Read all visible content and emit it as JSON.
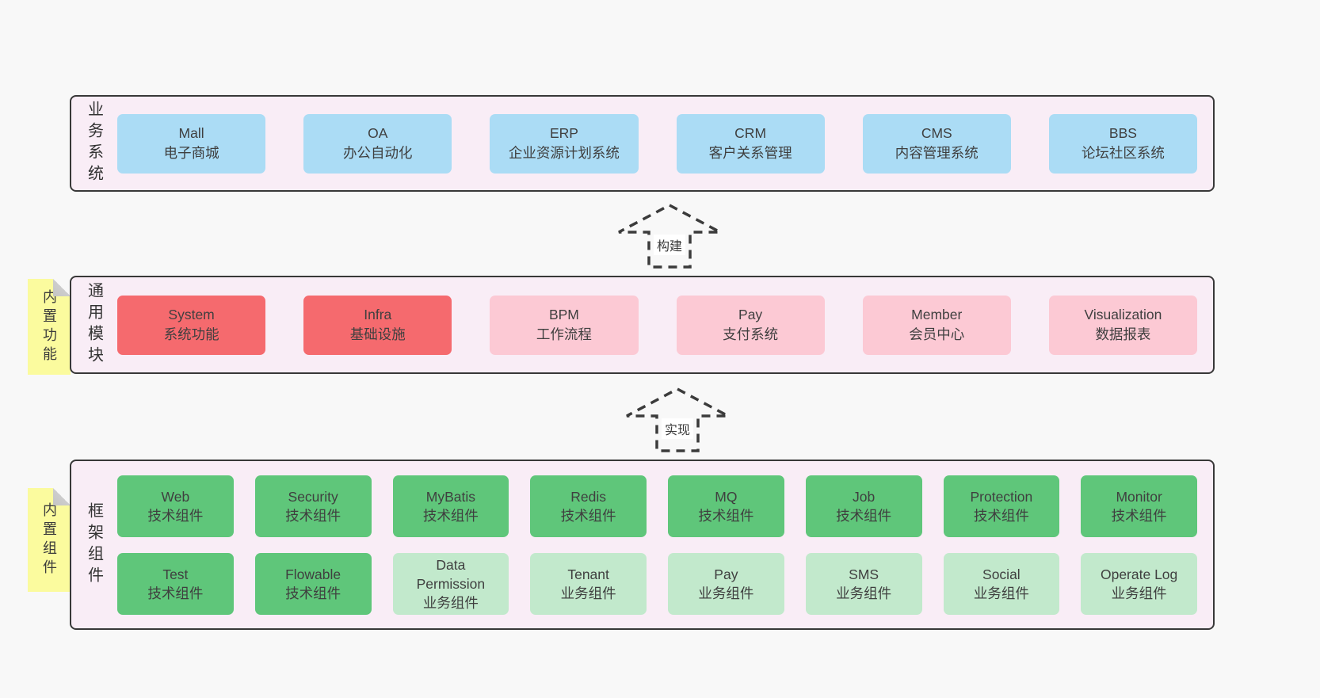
{
  "colors": {
    "page_bg": "#f8f8f8",
    "band_bg": "#f9edf6",
    "band_border": "#383838",
    "blue_box": "#abdcf5",
    "red_box": "#f56a6e",
    "pink_box": "#fcc9d4",
    "green_box": "#5fc67a",
    "light_green_box": "#c2e9cc",
    "sticky_yellow": "#fbfb9e",
    "sticky_fold_gray": "#cdcdcd",
    "text": "#3f3f3f"
  },
  "arrows": {
    "build": "构建",
    "implement": "实现"
  },
  "bands": {
    "business": {
      "label": "业务系统",
      "boxes": [
        {
          "en": "Mall",
          "zh": "电子商城",
          "variant": "blue"
        },
        {
          "en": "OA",
          "zh": "办公自动化",
          "variant": "blue"
        },
        {
          "en": "ERP",
          "zh": "企业资源计划系统",
          "variant": "blue"
        },
        {
          "en": "CRM",
          "zh": "客户关系管理",
          "variant": "blue"
        },
        {
          "en": "CMS",
          "zh": "内容管理系统",
          "variant": "blue"
        },
        {
          "en": "BBS",
          "zh": "论坛社区系统",
          "variant": "blue"
        }
      ]
    },
    "common": {
      "label": "通用模块",
      "sticky": "内置功能",
      "boxes": [
        {
          "en": "System",
          "zh": "系统功能",
          "variant": "red"
        },
        {
          "en": "Infra",
          "zh": "基础设施",
          "variant": "red"
        },
        {
          "en": "BPM",
          "zh": "工作流程",
          "variant": "pink"
        },
        {
          "en": "Pay",
          "zh": "支付系统",
          "variant": "pink"
        },
        {
          "en": "Member",
          "zh": "会员中心",
          "variant": "pink"
        },
        {
          "en": "Visualization",
          "zh": "数据报表",
          "variant": "pink"
        }
      ]
    },
    "framework": {
      "label": "框架组件",
      "sticky": "内置组件",
      "row1": [
        {
          "en": "Web",
          "zh": "技术组件",
          "variant": "green"
        },
        {
          "en": "Security",
          "zh": "技术组件",
          "variant": "green"
        },
        {
          "en": "MyBatis",
          "zh": "技术组件",
          "variant": "green"
        },
        {
          "en": "Redis",
          "zh": "技术组件",
          "variant": "green"
        },
        {
          "en": "MQ",
          "zh": "技术组件",
          "variant": "green"
        },
        {
          "en": "Job",
          "zh": "技术组件",
          "variant": "green"
        },
        {
          "en": "Protection",
          "zh": "技术组件",
          "variant": "green"
        },
        {
          "en": "Monitor",
          "zh": "技术组件",
          "variant": "green"
        }
      ],
      "row2": [
        {
          "en": "Test",
          "zh": "技术组件",
          "variant": "green"
        },
        {
          "en": "Flowable",
          "zh": "技术组件",
          "variant": "green"
        },
        {
          "en": "Data Permission",
          "zh": "业务组件",
          "variant": "lightgreen"
        },
        {
          "en": "Tenant",
          "zh": "业务组件",
          "variant": "lightgreen"
        },
        {
          "en": "Pay",
          "zh": "业务组件",
          "variant": "lightgreen"
        },
        {
          "en": "SMS",
          "zh": "业务组件",
          "variant": "lightgreen"
        },
        {
          "en": "Social",
          "zh": "业务组件",
          "variant": "lightgreen"
        },
        {
          "en": "Operate Log",
          "zh": "业务组件",
          "variant": "lightgreen"
        }
      ]
    }
  }
}
